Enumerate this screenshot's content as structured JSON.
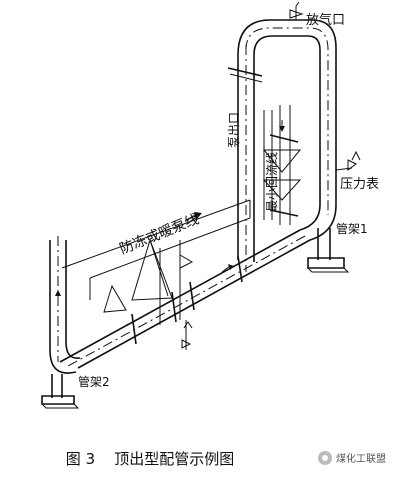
{
  "labels": {
    "vent": "放气口",
    "pump_outlet": "泵出口",
    "min_recirc": "最小回流线",
    "pressure_gauge": "压力表",
    "antifreeze": "防冻或暖泵线",
    "rack1": "管架1",
    "rack2": "管架2"
  },
  "caption": {
    "fig_no": "图 3",
    "title": "顶出型配管示例图"
  },
  "watermark": "煤化工联盟"
}
